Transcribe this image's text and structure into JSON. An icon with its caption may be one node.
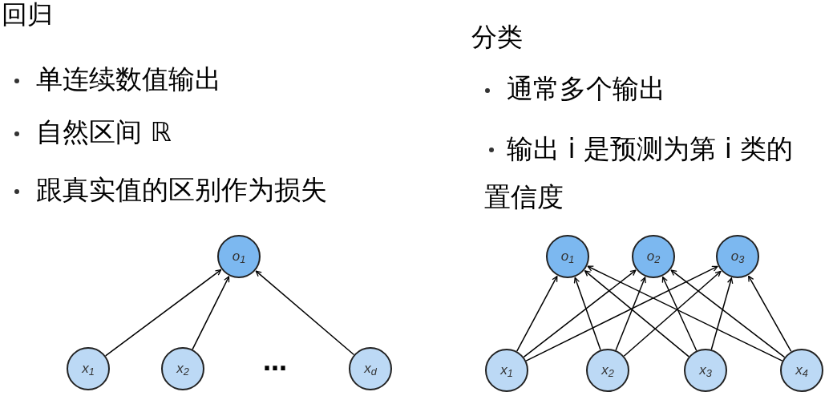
{
  "diagram": {
    "nodes": [
      {
        "text": [
          "o$_{1}$"
        ]
      },
      {
        "text": [
          "x$_{1}$"
        ]
      },
      {
        "text": [
          "x$_{2}$"
        ]
      },
      {
        "text": [
          "x$_{d}$"
        ]
      },
      {
        "text": [
          "o$_{1}$"
        ]
      },
      {
        "text": [
          "o$_{2}$"
        ]
      },
      {
        "text": [
          "o$_{3}$"
        ]
      },
      {
        "text": [
          "x$_{1}$"
        ]
      },
      {
        "text": [
          "x$_{2}$"
        ]
      },
      {
        "text": [
          "x$_{3}$"
        ]
      },
      {
        "text": [
          "x$_{4}$"
        ]
      }
    ],
    "edges": [
      {
        "from": 1,
        "to": 0,
        "arrow": "to"
      },
      {
        "from": 2,
        "to": 0,
        "arrow": "to"
      },
      {
        "from": 3,
        "to": 0,
        "arrow": "to"
      },
      {
        "from": 7,
        "to": 4,
        "arrow": "to"
      },
      {
        "from": 7,
        "to": 5,
        "arrow": "to"
      },
      {
        "from": 7,
        "to": 6,
        "arrow": "to"
      },
      {
        "from": 8,
        "to": 4,
        "arrow": "to"
      },
      {
        "from": 8,
        "to": 5,
        "arrow": "to"
      },
      {
        "from": 8,
        "to": 6,
        "arrow": "to"
      },
      {
        "from": 9,
        "to": 4,
        "arrow": "to"
      },
      {
        "from": 9,
        "to": 5,
        "arrow": "to"
      },
      {
        "from": 9,
        "to": 6,
        "arrow": "to"
      },
      {
        "from": 10,
        "to": 4,
        "arrow": "to"
      },
      {
        "from": 10,
        "to": 5,
        "arrow": "to"
      },
      {
        "from": 10,
        "to": 6,
        "arrow": "to"
      }
    ],
    "labels": [
      "回归",
      "单连续数值输出",
      "自然区间 ℝ",
      "跟真实值的区别作为损失",
      "分类",
      "通常多个输出",
      "输出 i 是预测为第 i 类的置信度",
      "…"
    ]
  }
}
